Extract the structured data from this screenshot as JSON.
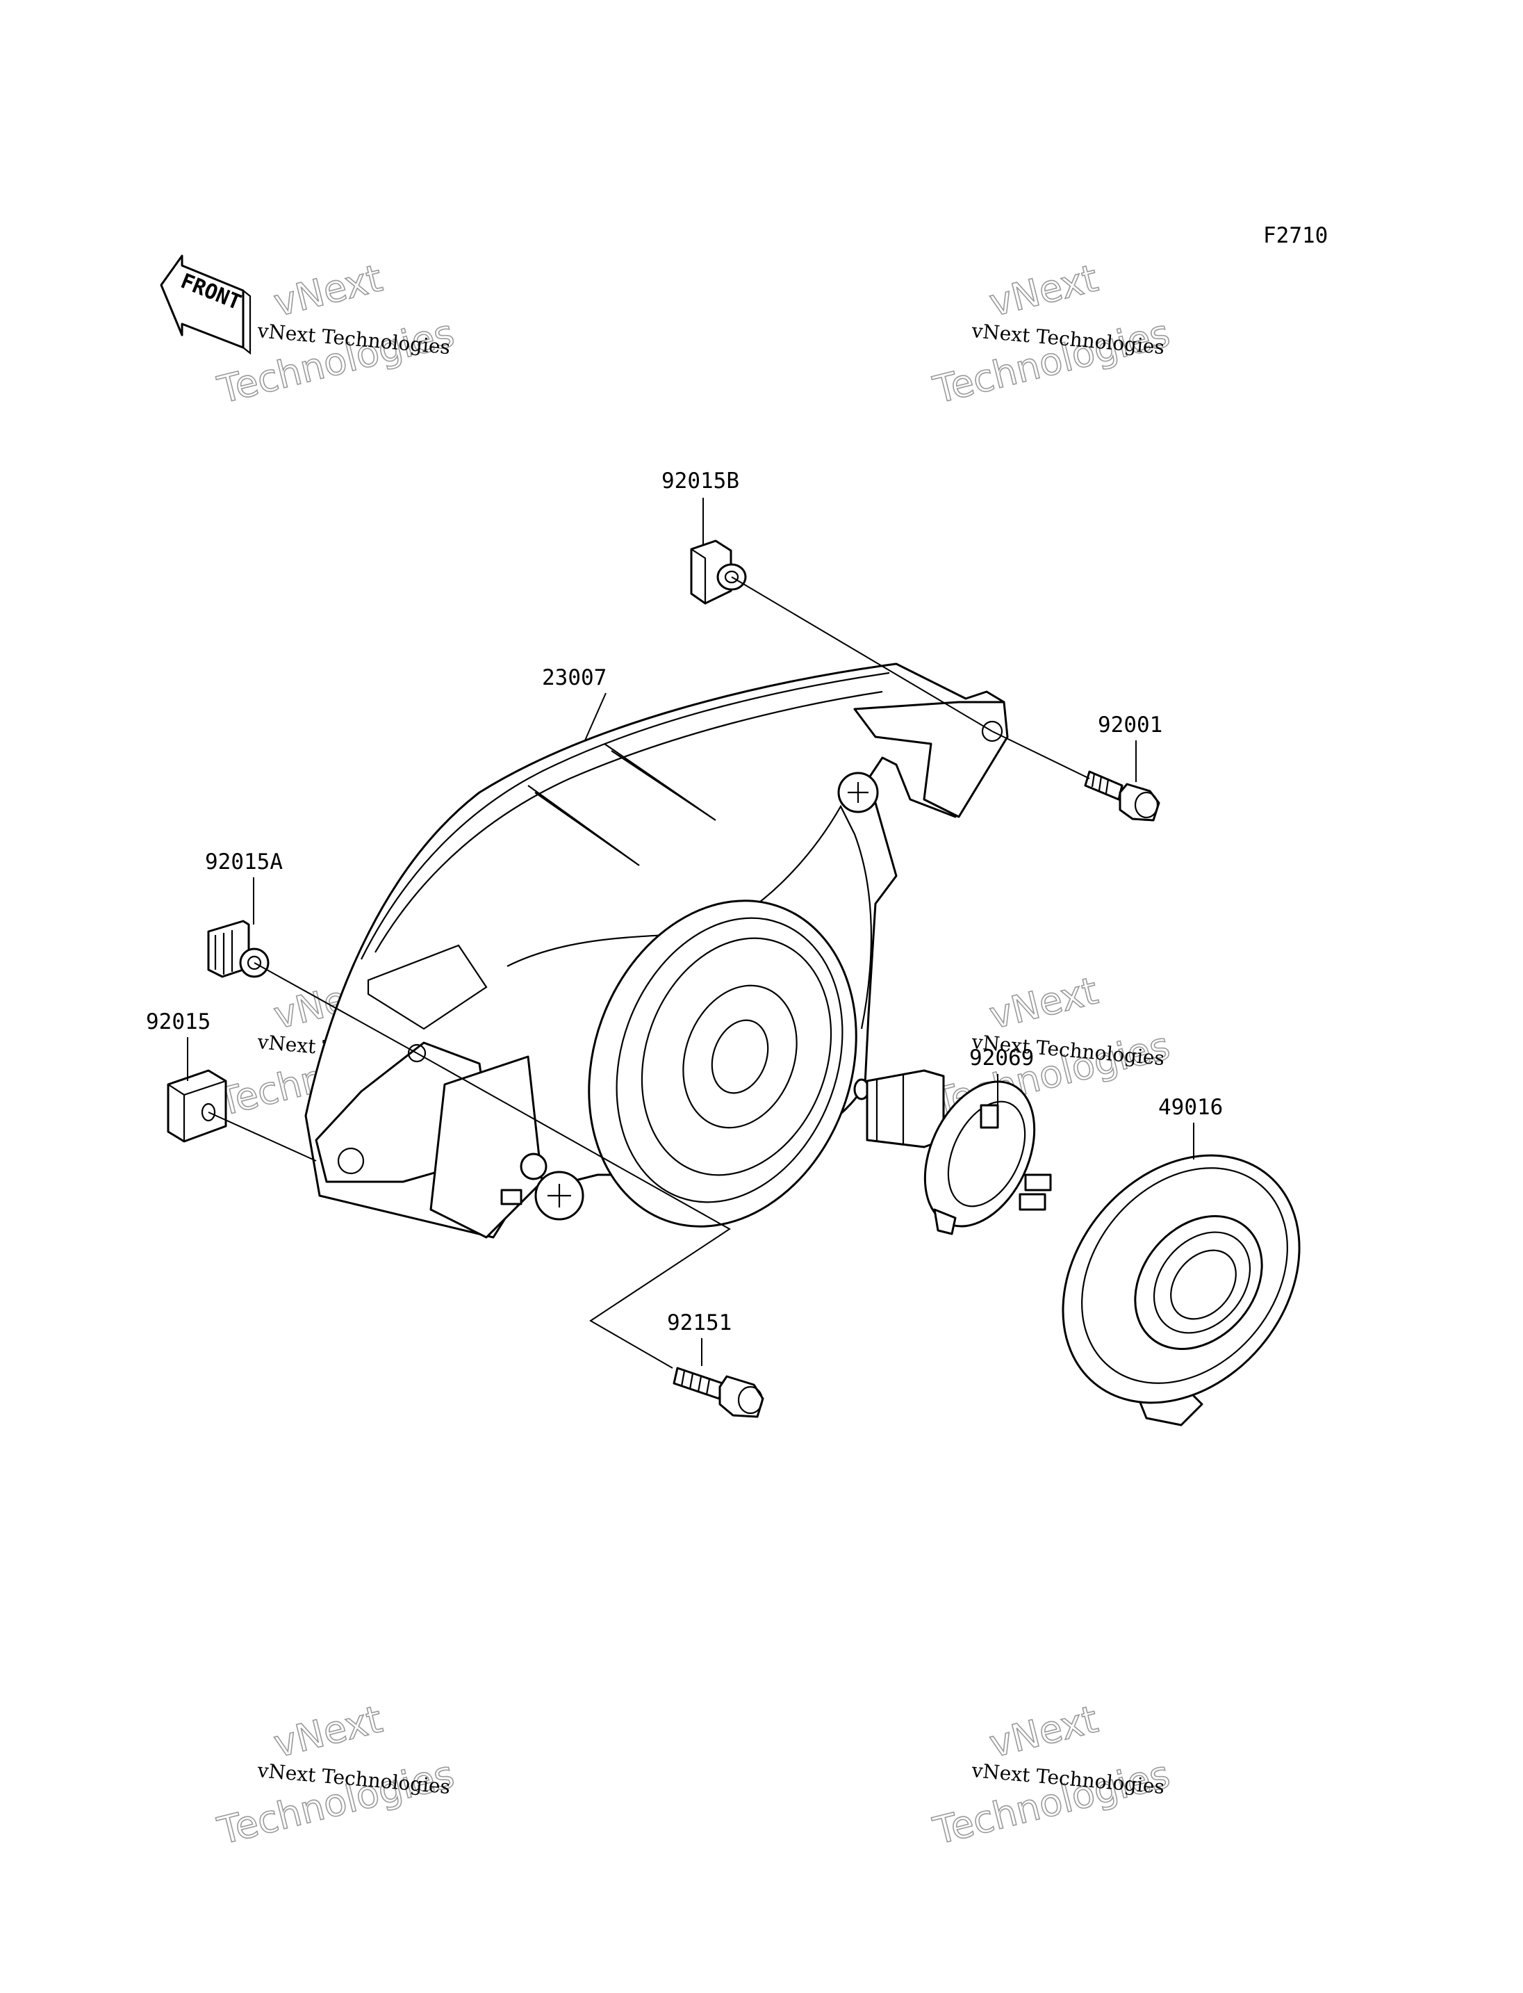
{
  "figure_code": "F2710",
  "front_marker": "FRONT",
  "watermark": {
    "line1": "vNext Technologies",
    "line2a": "vNext",
    "line2b": "Technologies"
  },
  "parts": {
    "p92015B": "92015B",
    "p23007": "23007",
    "p92001": "92001",
    "p92015A": "92015A",
    "p92015": "92015",
    "p92069": "92069",
    "p49016": "49016",
    "p92151": "92151"
  }
}
